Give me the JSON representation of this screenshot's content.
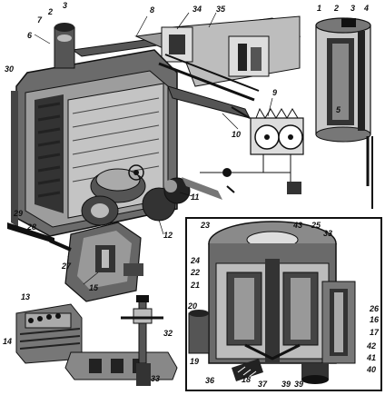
{
  "figure": {
    "callouts": [
      "1",
      "2",
      "3",
      "4",
      "5",
      "6",
      "7",
      "8",
      "9",
      "10",
      "11",
      "12",
      "13",
      "14",
      "15",
      "16",
      "17",
      "18",
      "19",
      "20",
      "21",
      "22",
      "23",
      "24",
      "25",
      "26",
      "27",
      "28",
      "29",
      "30",
      "31",
      "32",
      "33",
      "34",
      "35",
      "36",
      "37",
      "38",
      "39",
      "40",
      "41",
      "42",
      "43"
    ]
  }
}
